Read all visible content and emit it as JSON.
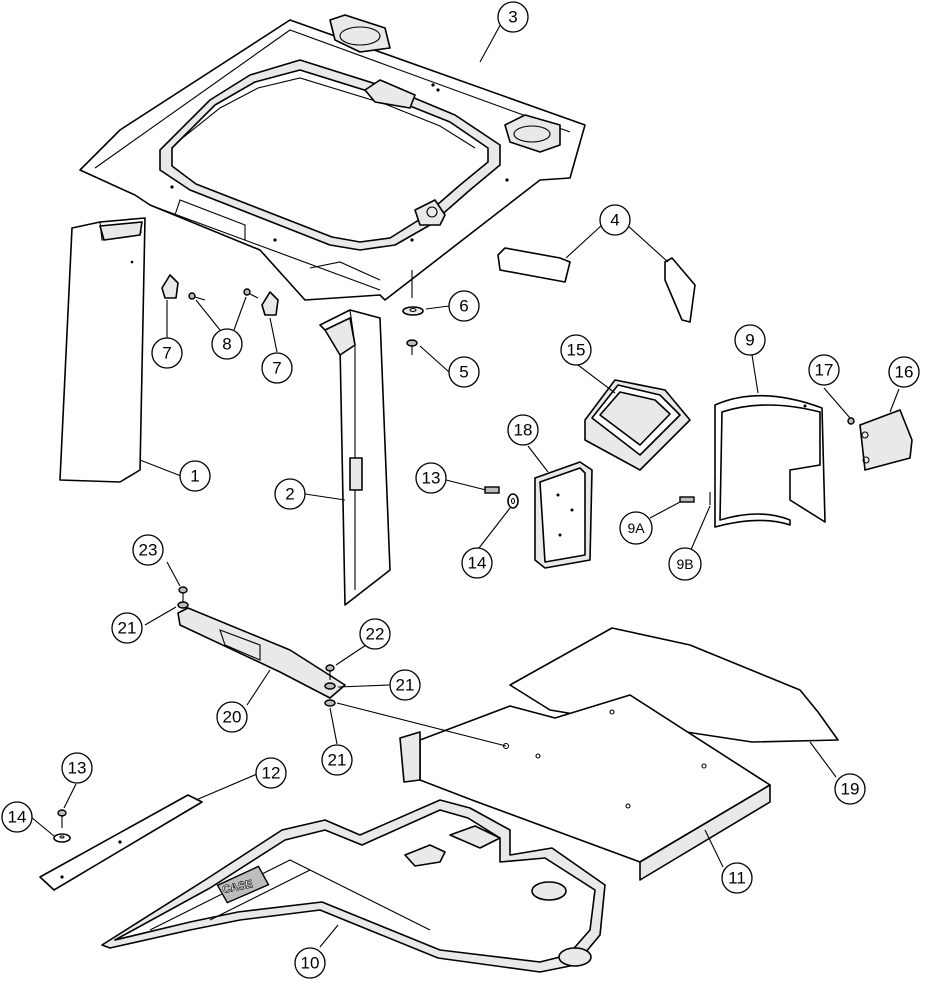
{
  "decal_text": "CASE",
  "callouts": {
    "c1": "1",
    "c2": "2",
    "c3": "3",
    "c4": "4",
    "c5": "5",
    "c6": "6",
    "c7a": "7",
    "c7b": "7",
    "c8": "8",
    "c9": "9",
    "c9a": "9A",
    "c9b": "9B",
    "c10": "10",
    "c11": "11",
    "c12": "12",
    "c13a": "13",
    "c13b": "13",
    "c14a": "14",
    "c14b": "14",
    "c15": "15",
    "c16": "16",
    "c17": "17",
    "c18": "18",
    "c19": "19",
    "c20": "20",
    "c21a": "21",
    "c21b": "21",
    "c21c": "21",
    "c22": "22",
    "c23": "23"
  }
}
